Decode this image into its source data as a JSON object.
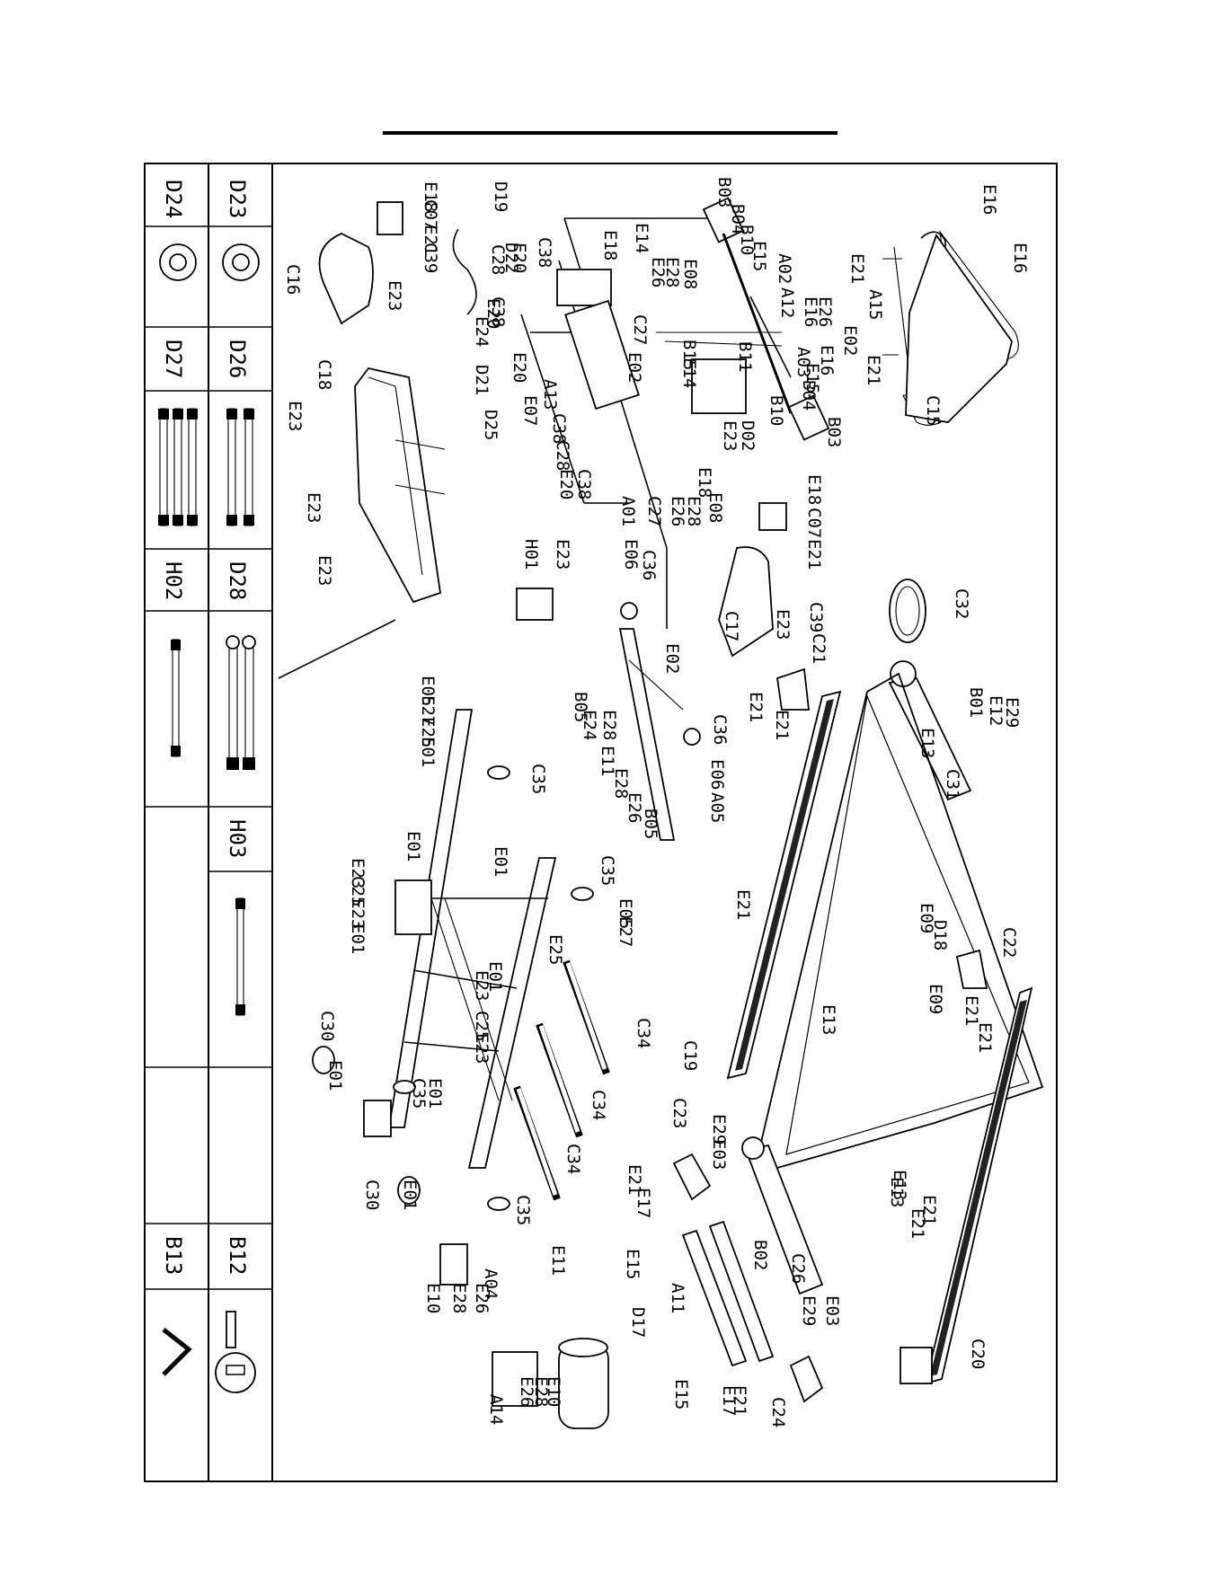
{
  "diagram": {
    "table_labels": [
      "D24",
      "D23",
      "D27",
      "D26",
      "H02",
      "D28",
      "H03",
      "B13",
      "B12"
    ],
    "labels": [
      "E16",
      "E16",
      "E21",
      "A15",
      "E21",
      "C15",
      "B03",
      "B04",
      "B10",
      "E15",
      "A02",
      "A12",
      "E16",
      "E26",
      "E02",
      "B11",
      "A03",
      "E16",
      "E15",
      "B04",
      "B10",
      "B03",
      "E14",
      "E18",
      "E26",
      "E28",
      "E08",
      "C38",
      "E20",
      "C28",
      "C38",
      "C27",
      "B15",
      "E14",
      "E02",
      "E20",
      "A13",
      "E07",
      "D02",
      "E23",
      "E18",
      "C38",
      "C28",
      "E20",
      "C38",
      "A01",
      "C27",
      "E26",
      "E28",
      "E08",
      "E18",
      "C07",
      "E21",
      "H01",
      "E23",
      "E06",
      "C36",
      "C39",
      "E23",
      "C17",
      "C32",
      "B01",
      "E12",
      "E29",
      "C21",
      "E21",
      "E21",
      "E13",
      "C31",
      "E18",
      "C07",
      "E21",
      "C39",
      "E23",
      "C16",
      "D19",
      "D22",
      "E24",
      "D21",
      "D25",
      "E20",
      "C18",
      "E23",
      "E23",
      "E23",
      "E02",
      "B05",
      "E24",
      "E28",
      "E11",
      "E28",
      "E26",
      "B05",
      "A05",
      "C36",
      "E06",
      "E05",
      "E27",
      "E25",
      "E01",
      "C35",
      "E01",
      "E23",
      "C25",
      "E23",
      "E01",
      "E01",
      "C35",
      "E27",
      "E05",
      "E25",
      "C30",
      "E01",
      "C35",
      "E01",
      "E23",
      "C25",
      "E23",
      "E01",
      "C34",
      "C34",
      "C34",
      "C30",
      "E01",
      "C35",
      "A04",
      "E21",
      "E09",
      "E09",
      "E13",
      "D18",
      "C22",
      "E21",
      "E21",
      "E13",
      "C19",
      "E21",
      "E29",
      "E03",
      "C23",
      "E21",
      "E17",
      "E13",
      "E21",
      "B02",
      "E15",
      "C26",
      "E29",
      "E03",
      "A11",
      "C20",
      "E11",
      "E10",
      "E28",
      "E26",
      "D17",
      "E26",
      "E28",
      "E10",
      "A14",
      "E15",
      "E17",
      "E21",
      "C24"
    ]
  }
}
